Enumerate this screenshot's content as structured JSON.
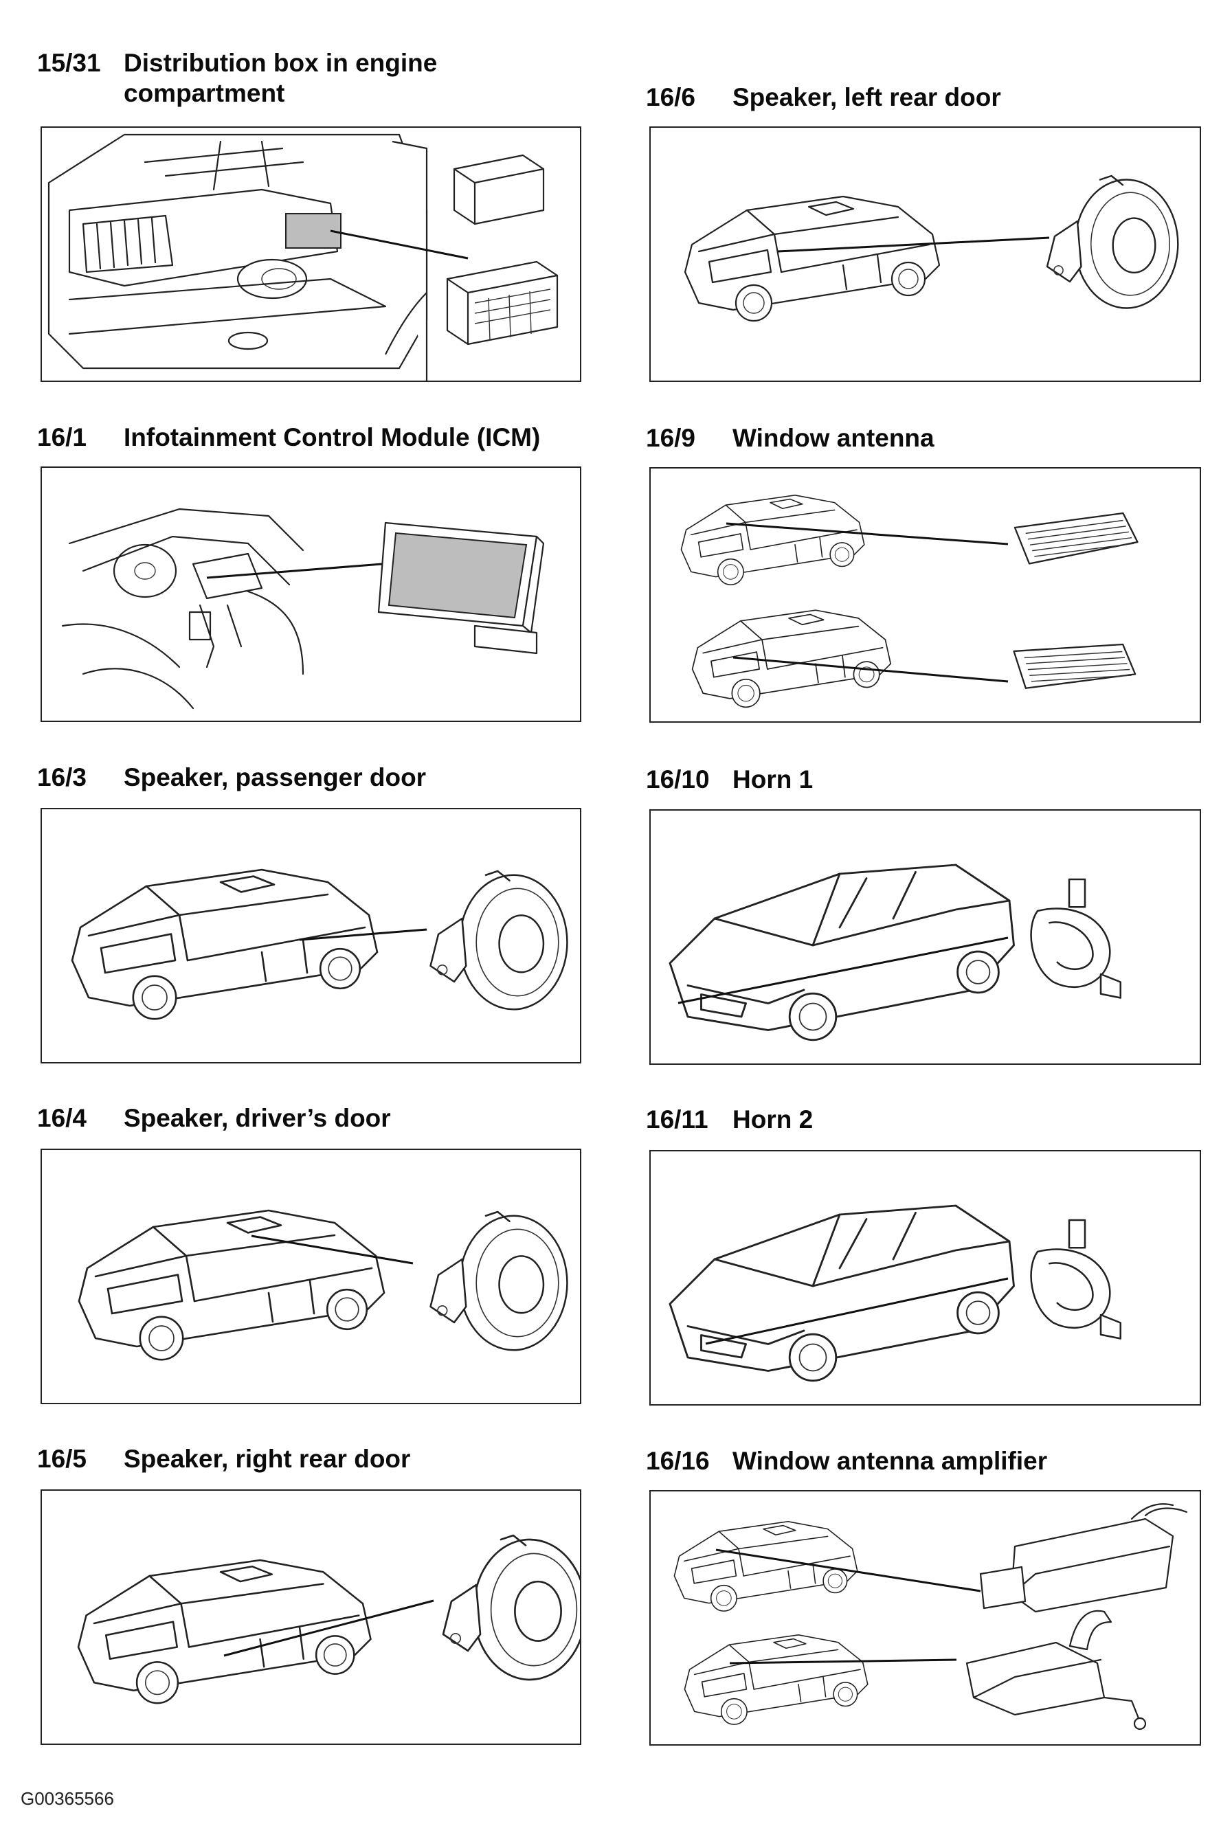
{
  "sections": [
    {
      "code": "15/31",
      "title": "Distribution box in engine compartment"
    },
    {
      "code": "16/6",
      "title": "Speaker, left rear door"
    },
    {
      "code": "16/1",
      "title": "Infotainment Control Module (ICM)"
    },
    {
      "code": "16/9",
      "title": "Window antenna"
    },
    {
      "code": "16/3",
      "title": "Speaker, passenger door"
    },
    {
      "code": "16/10",
      "title": "Horn 1"
    },
    {
      "code": "16/4",
      "title": "Speaker, driver’s door"
    },
    {
      "code": "16/11",
      "title": "Horn 2"
    },
    {
      "code": "16/5",
      "title": "Speaker, right rear door"
    },
    {
      "code": "16/16",
      "title": "Window antenna amplifier"
    }
  ],
  "figure_id": "G00365566"
}
